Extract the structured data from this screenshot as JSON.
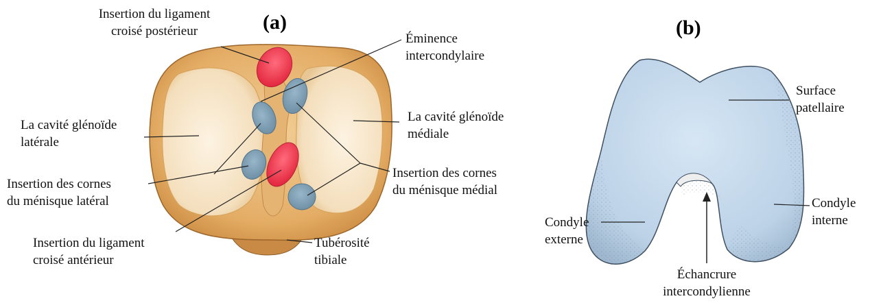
{
  "panel_a": {
    "letter": "(a)",
    "labels": {
      "pcl_line1": "Insertion du ligament",
      "pcl_line2": "croisé postérieur",
      "eminence_line1": "Éminence",
      "eminence_line2": "intercondylaire",
      "lateral_cavity_line1": "La cavité glénoïde",
      "lateral_cavity_line2": "latérale",
      "medial_cavity_line1": "La cavité glénoïde",
      "medial_cavity_line2": "médiale",
      "lateral_horns_line1": "Insertion des cornes",
      "lateral_horns_line2": "du ménisque latéral",
      "medial_horns_line1": "Insertion des cornes",
      "medial_horns_line2": "du ménisque médial",
      "acl_line1": "Insertion du ligament",
      "acl_line2": "croisé antérieur",
      "tuberosity_line1": "Tubérosité",
      "tuberosity_line2": "tibiale"
    }
  },
  "panel_b": {
    "letter": "(b)",
    "labels": {
      "patellar_line1": "Surface",
      "patellar_line2": "patellaire",
      "internal_line1": "Condyle",
      "internal_line2": "interne",
      "external_line1": "Condyle",
      "external_line2": "externe",
      "notch_line1": "Échancrure",
      "notch_line2": "intercondylienne"
    }
  },
  "colors": {
    "bone_tan": "#e9b877",
    "cartilage_cream": "#f7e6c6",
    "acl_red": "#e9384f",
    "meniscus_blue": "#7e9fb4",
    "femur_blue": "#c9dcee",
    "leader_line": "#222222"
  }
}
